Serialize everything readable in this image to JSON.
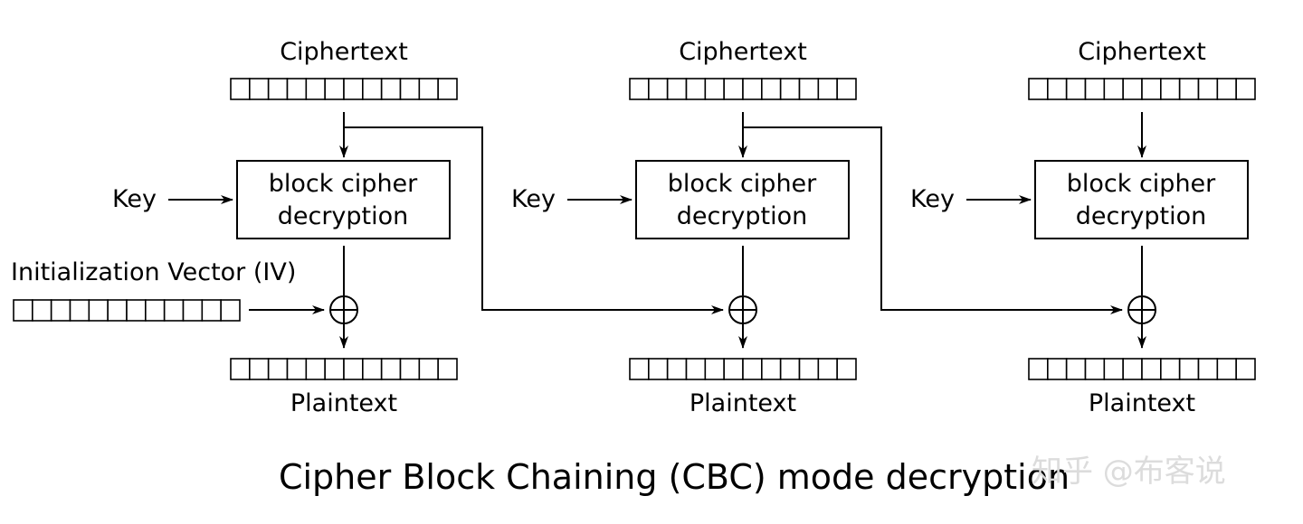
{
  "labels": {
    "ciphertext": "Ciphertext",
    "plaintext": "Plaintext",
    "key": "Key",
    "block_line1": "block cipher",
    "block_line2": "decryption",
    "iv": "Initialization Vector (IV)",
    "title": "Cipher Block Chaining (CBC) mode decryption",
    "watermark": "知乎 @布客说"
  },
  "stages": [
    {
      "ciphertext": "Ciphertext",
      "key": "Key",
      "block_line1": "block cipher",
      "block_line2": "decryption",
      "plaintext": "Plaintext"
    },
    {
      "ciphertext": "Ciphertext",
      "key": "Key",
      "block_line1": "block cipher",
      "block_line2": "decryption",
      "plaintext": "Plaintext"
    },
    {
      "ciphertext": "Ciphertext",
      "key": "Key",
      "block_line1": "block cipher",
      "block_line2": "decryption",
      "plaintext": "Plaintext"
    }
  ],
  "cells_per_block": 12
}
